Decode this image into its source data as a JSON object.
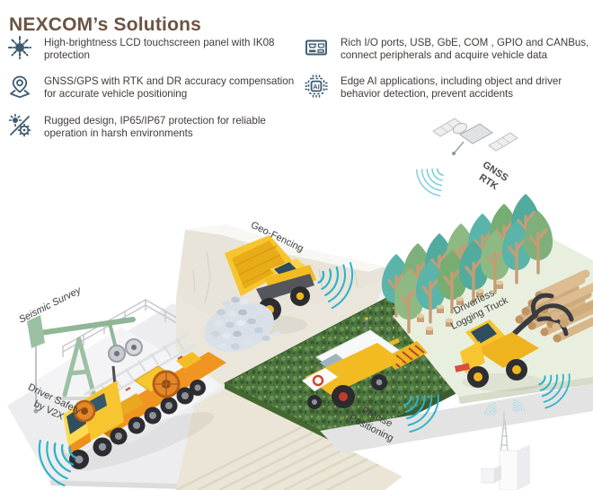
{
  "title": "NEXCOM’s Solutions",
  "features": {
    "left": [
      {
        "icon": "brightness-icon",
        "text": "High-brightness LCD touchscreen panel with IK08 protection"
      },
      {
        "icon": "gnss-pin-icon",
        "text": "GNSS/GPS with RTK and DR accuracy compensation for accurate vehicle positioning"
      },
      {
        "icon": "rugged-icon",
        "text": "Rugged design, IP65/IP67 protection for reliable operation in harsh environments"
      }
    ],
    "right": [
      {
        "icon": "io-ports-icon",
        "text": "Rich I/O ports, USB, GbE, COM , GPIO and CANBus, connect peripherals and acquire vehicle data"
      },
      {
        "icon": "ai-chip-icon",
        "text": "Edge AI applications, including object and driver behavior detection, prevent accidents"
      }
    ]
  },
  "icons": {
    "ai_label": "AI",
    "names": [
      "brightness-icon",
      "gnss-pin-icon",
      "rugged-icon",
      "io-ports-icon",
      "ai-chip-icon"
    ]
  },
  "scene": {
    "labels": {
      "seismic_survey": "Seismic Survey",
      "driver_safety": "Driver Safety\nby V2X",
      "geo_fencing": "Geo-Fencing",
      "precise_positioning": "Precise\nPositioning",
      "driverless_logging_truck": "Driverless\nLogging Truck",
      "gnss_rtk": "GNSS\nRTK"
    },
    "elements": [
      "satellite",
      "forest",
      "log-pile",
      "log-loader",
      "quarry-cliff",
      "dump-truck",
      "gravel-pile",
      "crop-field",
      "combine-harvester",
      "pumpjack",
      "drilling-truck",
      "base-station",
      "signal-waves"
    ]
  },
  "colors": {
    "title_brown": "#6b5444",
    "text_dark": "#403b37",
    "icon_slate": "#3d5a70",
    "signal_teal": "#2bb3c9",
    "machine_yellow": "#f6c52f",
    "machine_orange": "#ef9320",
    "field_green": "#4d7540",
    "tree_teal": "#5ab4aa"
  }
}
